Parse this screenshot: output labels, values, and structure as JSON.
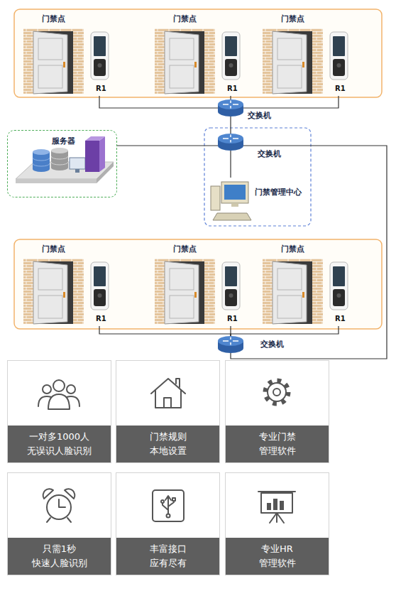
{
  "diagram": {
    "nodes": [
      {
        "text": [
          "门禁点",
          "R1"
        ]
      },
      {
        "text": [
          "门禁点",
          "R1"
        ]
      },
      {
        "text": [
          "门禁点",
          "R1"
        ]
      },
      {
        "text": [
          "交换机"
        ]
      },
      {
        "text": [
          "服务器"
        ]
      },
      {
        "text": [
          "交换机"
        ]
      },
      {
        "text": [
          "门禁管理中心"
        ]
      },
      {
        "text": [
          "门禁点",
          "R1"
        ]
      },
      {
        "text": [
          "门禁点",
          "R1"
        ]
      },
      {
        "text": [
          "门禁点",
          "R1"
        ]
      },
      {
        "text": [
          "交换机"
        ]
      },
      {
        "text": [
          "一对多1000人 无误识人脸识别"
        ]
      },
      {
        "text": [
          "门禁规则 本地设置"
        ]
      },
      {
        "text": [
          "专业门禁 管理软件"
        ]
      },
      {
        "text": [
          "只需1秒 快速人脸识别"
        ]
      },
      {
        "text": [
          "丰富接口 应有尽有"
        ]
      },
      {
        "text": [
          "专业HR 管理软件"
        ]
      }
    ],
    "edges": [
      {
        "from": 0,
        "to": 3,
        "arrow": "none"
      },
      {
        "from": 1,
        "to": 3,
        "arrow": "none"
      },
      {
        "from": 2,
        "to": 3,
        "arrow": "none"
      },
      {
        "from": 3,
        "to": 5,
        "arrow": "none"
      },
      {
        "from": 4,
        "to": 5,
        "arrow": "none"
      },
      {
        "from": 5,
        "to": 6,
        "arrow": "none"
      },
      {
        "from": 7,
        "to": 10,
        "arrow": "none"
      },
      {
        "from": 8,
        "to": 10,
        "arrow": "none"
      },
      {
        "from": 9,
        "to": 10,
        "arrow": "none"
      },
      {
        "from": 5,
        "to": 10,
        "arrow": "none"
      }
    ]
  }
}
